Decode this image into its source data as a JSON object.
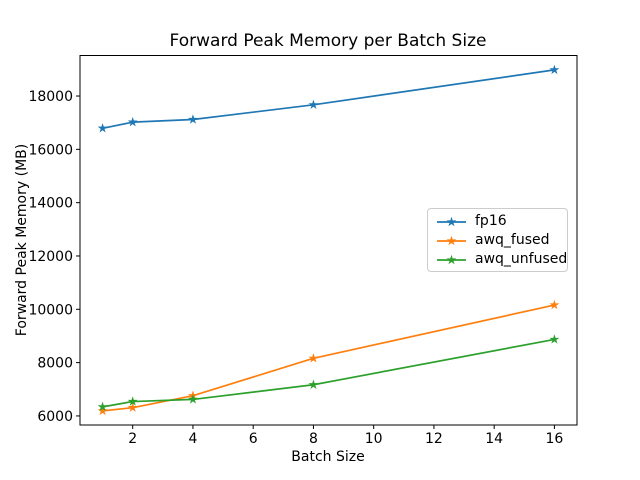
{
  "figure": {
    "title": "Forward Peak Memory per Batch Size",
    "xlabel": "Batch Size",
    "ylabel": "Forward Peak Memory (MB)",
    "background": "#ffffff"
  },
  "chart_data": {
    "type": "line",
    "title": "Forward Peak Memory per Batch Size",
    "xlabel": "Batch Size",
    "ylabel": "Forward Peak Memory (MB)",
    "x": [
      1,
      2,
      4,
      8,
      16
    ],
    "series": [
      {
        "name": "fp16",
        "color": "#1f77b4",
        "marker": "star",
        "values": [
          16790,
          17020,
          17120,
          17670,
          18980
        ]
      },
      {
        "name": "awq_fused",
        "color": "#ff7f0e",
        "marker": "star",
        "values": [
          6190,
          6310,
          6760,
          8160,
          10160
        ]
      },
      {
        "name": "awq_unfused",
        "color": "#2ca02c",
        "marker": "star",
        "values": [
          6340,
          6540,
          6620,
          7170,
          8870
        ]
      }
    ],
    "xticks": [
      2,
      4,
      6,
      8,
      10,
      12,
      14,
      16
    ],
    "yticks": [
      6000,
      8000,
      10000,
      12000,
      14000,
      16000,
      18000
    ],
    "xlim": [
      0.25,
      16.75
    ],
    "ylim": [
      5660,
      19520
    ],
    "grid": false,
    "legend_position": "center-right",
    "axis_color": "#000000",
    "tick_label_color": "#000000"
  }
}
